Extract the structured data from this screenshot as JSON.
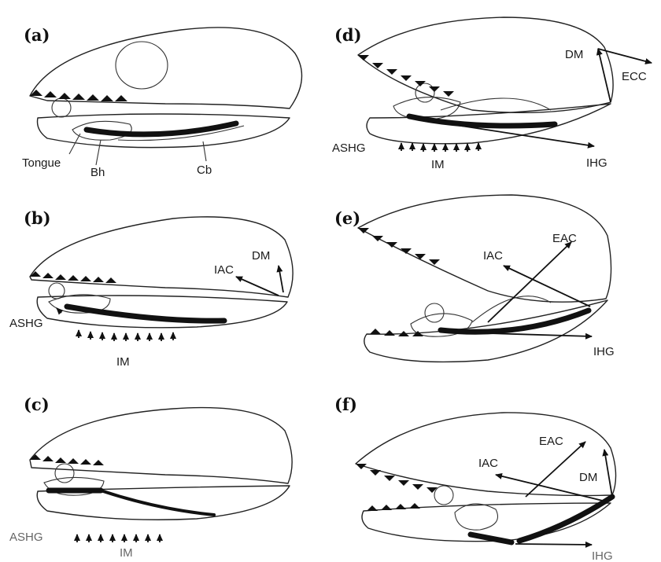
{
  "panels": {
    "a": {
      "letter": "(a)",
      "labels": {
        "tongue": "Tongue",
        "bh": "Bh",
        "cb": "Cb"
      }
    },
    "b": {
      "letter": "(b)",
      "labels": {
        "dm": "DM",
        "iac": "IAC",
        "ashg": "ASHG",
        "im": "IM"
      }
    },
    "c": {
      "letter": "(c)",
      "labels": {
        "ashg": "ASHG",
        "im": "IM"
      }
    },
    "d": {
      "letter": "(d)",
      "labels": {
        "dm": "DM",
        "ecc": "ECC",
        "ashg": "ASHG",
        "im": "IM",
        "ihg": "IHG"
      }
    },
    "e": {
      "letter": "(e)",
      "labels": {
        "iac": "IAC",
        "eac": "EAC",
        "ihg": "IHG"
      }
    },
    "f": {
      "letter": "(f)",
      "labels": {
        "eac": "EAC",
        "iac": "IAC",
        "dm": "DM",
        "ihg": "IHG"
      }
    }
  }
}
